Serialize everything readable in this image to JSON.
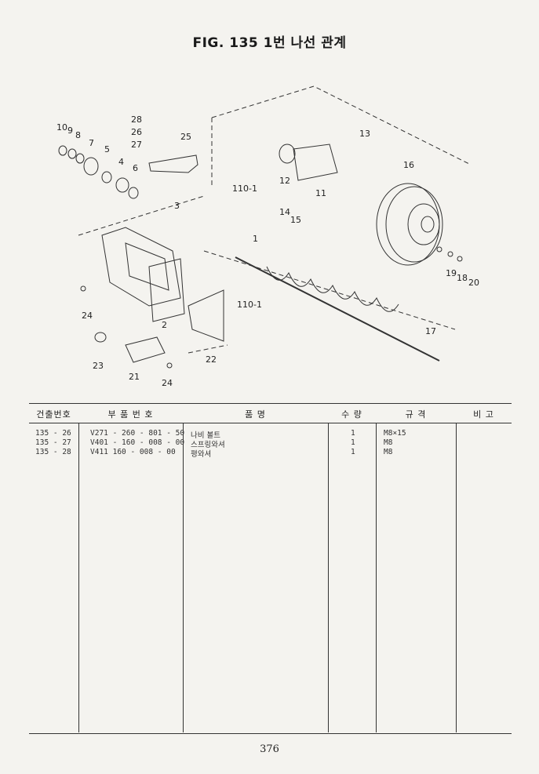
{
  "figure": {
    "title": "FIG. 135 1번 나선 관계",
    "callouts": [
      "10",
      "9",
      "8",
      "7",
      "5",
      "4",
      "6",
      "28",
      "26",
      "27",
      "25",
      "3",
      "1",
      "2",
      "110-1",
      "110-1",
      "12",
      "11",
      "13",
      "14",
      "15",
      "16",
      "17",
      "19",
      "18",
      "20",
      "21",
      "22",
      "23",
      "24",
      "24"
    ]
  },
  "table": {
    "headers": [
      "건출번호",
      "부 품 번 호",
      "품 명",
      "수 량",
      "규 격",
      "비 고"
    ],
    "rows": [
      {
        "ref": "135 - 26",
        "part_no": "V271 - 260 - 801 - 50",
        "name": "나비 볼트",
        "qty": "1",
        "spec": "M8×15",
        "note": ""
      },
      {
        "ref": "135 - 27",
        "part_no": "V401 - 160 - 008 - 00",
        "name": "스프링와셔",
        "qty": "1",
        "spec": "M8",
        "note": ""
      },
      {
        "ref": "135 - 28",
        "part_no": "V411   160 - 008 - 00",
        "name": "평와셔",
        "qty": "1",
        "spec": "M8",
        "note": ""
      }
    ]
  },
  "page_number": "376"
}
